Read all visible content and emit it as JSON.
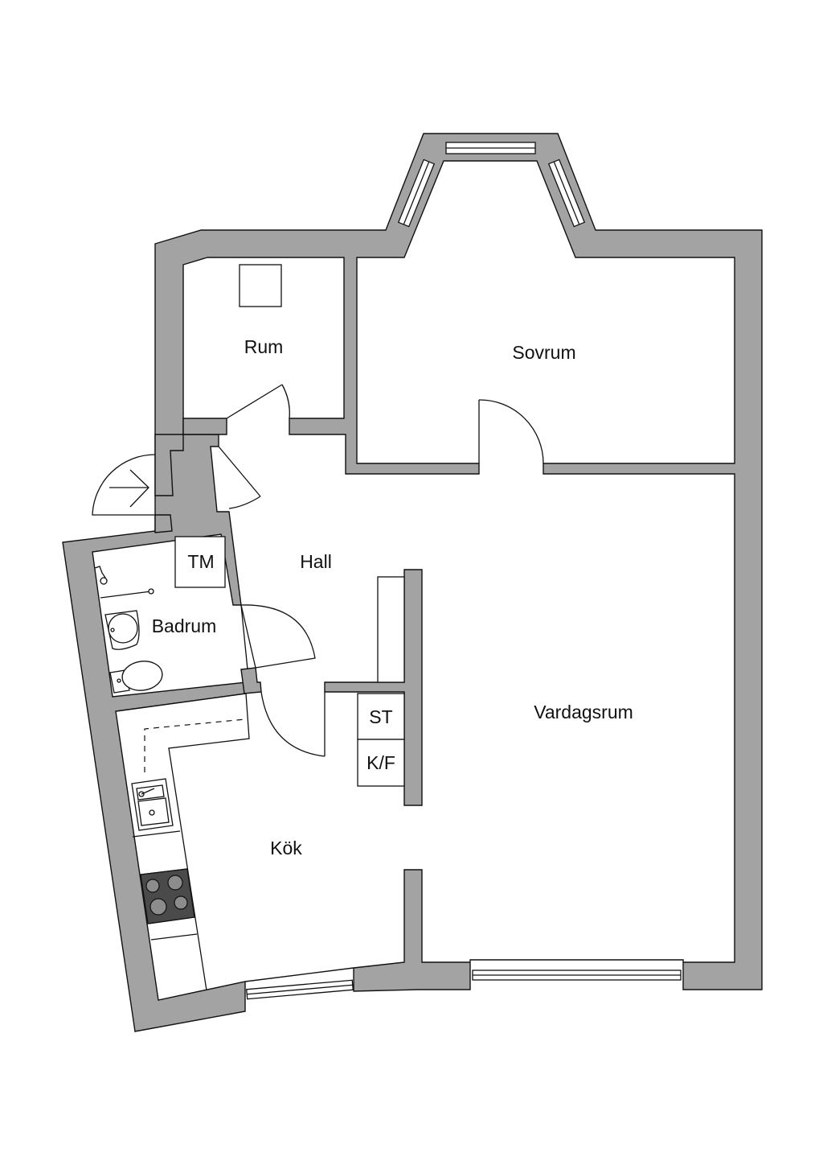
{
  "rooms": {
    "rum": "Rum",
    "sovrum": "Sovrum",
    "hall": "Hall",
    "badrum": "Badrum",
    "tm": "TM",
    "vardagsrum": "Vardagsrum",
    "st": "ST",
    "kf": "K/F",
    "kok": "Kök"
  },
  "colors": {
    "wall": "#a3a3a3",
    "line": "#111111",
    "background": "#ffffff"
  },
  "icons": {
    "entrance": "entrance-arrow-icon",
    "sink": "washbasin-icon",
    "toilet": "toilet-icon",
    "shower": "shower-icon",
    "kitchen_sink": "kitchen-sink-icon",
    "stove": "stove-icon"
  }
}
